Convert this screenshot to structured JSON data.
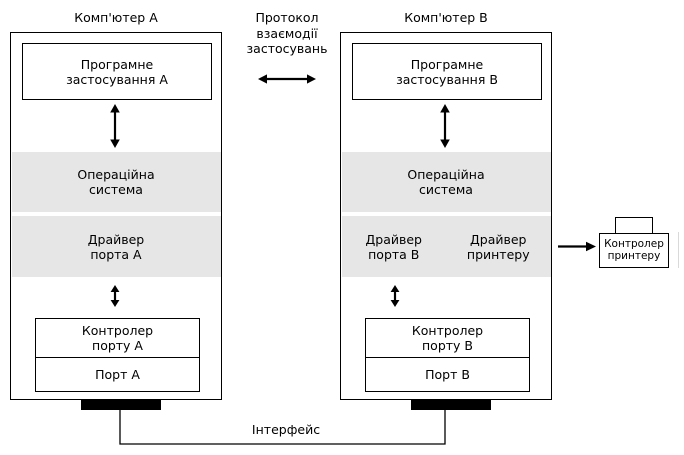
{
  "diagram": {
    "title_hidden": "",
    "computer_a": {
      "title": "Комп'ютер A",
      "application": "Програмне\nзастосування A",
      "os": "Операційна\nсистема",
      "driver": "Драйвер\nпорта A",
      "controller": "Контролер\nпорту A",
      "port": "Порт A"
    },
    "computer_b": {
      "title": "Комп'ютер B",
      "application": "Програмне\nзастосування B",
      "os": "Операційна\nсистема",
      "driver_port": "Драйвер\nпорта B",
      "driver_printer": "Драйвер\nпринтеру",
      "controller": "Контролер\nпорту B",
      "port": "Порт B"
    },
    "protocol_note": "Протокол\nвзаємодії\nзастосувань",
    "interface_label": "Інтерфейс",
    "printer_controller": "Контролер\nпринтеру",
    "icons": {
      "protocol_arrow": "double-arrow-horizontal-icon",
      "app_os_arrow_a": "double-arrow-vertical-icon",
      "app_os_arrow_b": "double-arrow-vertical-icon",
      "driver_ctrl_arrow_a": "double-arrow-vertical-short-icon",
      "driver_ctrl_arrow_b": "double-arrow-vertical-short-icon",
      "printer_arrow": "arrow-right-icon"
    },
    "colors": {
      "band_gray": "#e6e6e6",
      "line_black": "#000000",
      "background": "#ffffff"
    }
  }
}
